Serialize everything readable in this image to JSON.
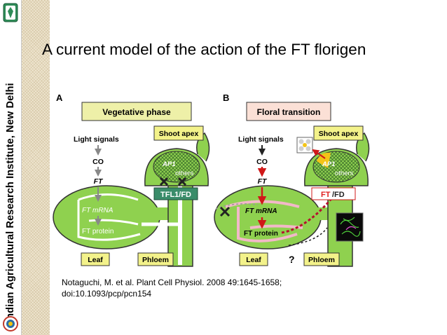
{
  "sidebar": {
    "institute": "Indian Agricultural Research Institute, New Delhi"
  },
  "slide": {
    "title": "A current model of the action of the FT florigen"
  },
  "panel_a": {
    "letter": "A",
    "phase": "Vegetative phase",
    "shoot_apex": "Shoot apex",
    "light_signals": "Light signals",
    "co": "CO",
    "ft": "FT",
    "ft_mrna": "FT mRNA",
    "ft_protein": "FT protein",
    "ap1": "AP1",
    "others": "others",
    "complex": "TFL1/FD",
    "leaf": "Leaf",
    "phloem": "Phloem"
  },
  "panel_b": {
    "letter": "B",
    "phase": "Floral transition",
    "shoot_apex": "Shoot apex",
    "light_signals": "Light signals",
    "co": "CO",
    "ft": "FT",
    "ft_mrna": "FT mRNA",
    "ft_protein": "FT protein",
    "ap1": "AP1",
    "others": "others",
    "complex_ft": "FT",
    "complex_fd": "/FD",
    "question": "?",
    "leaf": "Leaf",
    "phloem": "Phloem"
  },
  "citation": {
    "line1": "Notaguchi, M. et al. Plant Cell Physiol. 2008 49:1645-1658;",
    "line2": "doi:10.1093/pcp/pcn154"
  },
  "colors": {
    "leaf_green": "#8fd14f",
    "label_yellow": "#f3f28a",
    "phase_a_box": "#eef0a8",
    "phase_b_box": "#fbe0d6",
    "ft_red": "#e02020",
    "sidebar_stripe": "#eee5cf"
  }
}
